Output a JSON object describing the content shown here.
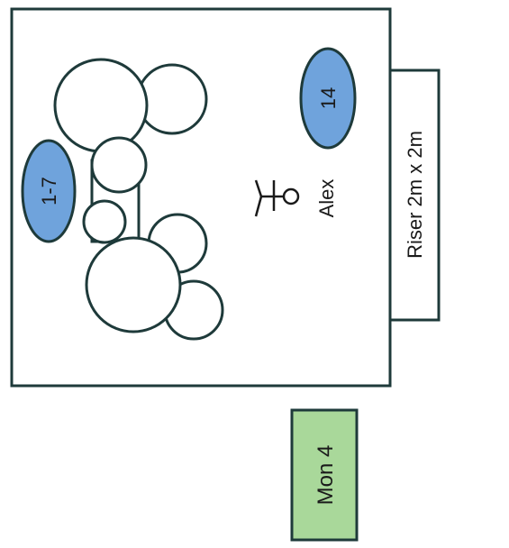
{
  "stage": {
    "channels": [
      {
        "label": "1-7",
        "color": "#6fa3dc"
      },
      {
        "label": "14",
        "color": "#6fa3dc"
      }
    ],
    "performer": {
      "name": "Alex",
      "icon": "performer-icon"
    },
    "riser": {
      "label": "Riser 2m x 2m"
    },
    "monitor": {
      "label": "Mon 4",
      "color": "#a9d89a"
    },
    "drum_kit": {
      "icon": "drum-kit-icon"
    },
    "colors": {
      "outline": "#1e3a3a",
      "fill": "#ffffff"
    }
  }
}
